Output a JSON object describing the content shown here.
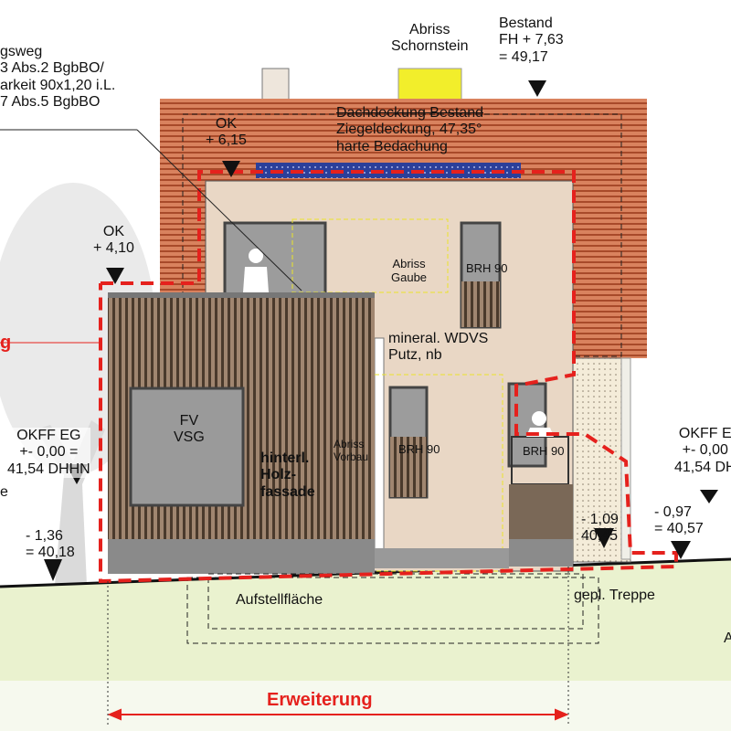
{
  "annotations": {
    "rescue_path": [
      "gsweg",
      "3 Abs.2 BgbBO/",
      "arkeit 90x1,20 i.L.",
      "7 Abs.5 BgbBO"
    ],
    "chimney_demolition": [
      "Abriss",
      "Schornstein"
    ],
    "ridge_existing": [
      "Bestand",
      "FH + 7,63",
      "= 49,17"
    ],
    "roof": [
      "Dachdeckung Bestand",
      "Ziegeldeckung, 47,35°",
      "harte Bedachung"
    ],
    "ok_upper": [
      "OK",
      "+ 6,15"
    ],
    "ok_lower": [
      "OK",
      "+ 4,10"
    ],
    "dormer_demolition": [
      "Abriss",
      "Gaube"
    ],
    "brh_upper": "BRH 90",
    "facade_plaster": [
      "mineral. WDVS",
      "Putz, nb"
    ],
    "fv_window": [
      "FV",
      "VSG"
    ],
    "wood_facade": [
      "hinterl.",
      "Holz-",
      "fassade"
    ],
    "porch_demolition": [
      "Abriss",
      "Vorbau"
    ],
    "brh_middle": "BRH 90",
    "brh_right": "BRH 90",
    "okff_left": [
      "OKFF EG",
      "+- 0,00 =",
      "41,54 DHHN"
    ],
    "left_cut_letter": "e",
    "left_cut_red": "g",
    "level_left": [
      "- 1,36",
      "= 40,18"
    ],
    "okff_right": [
      "OKFF E",
      "+- 0,00",
      "41,54 DH"
    ],
    "level_stair": [
      "- 1,09",
      "40,45"
    ],
    "level_right": [
      "- 0,97",
      "= 40,57"
    ],
    "setup_area": "Aufstellfläche",
    "planned_stair": "gepl. Treppe",
    "right_cut_letter": "A",
    "extension": "Erweiterung"
  },
  "colors": {
    "roof": "#c8673f",
    "facade": "#e9d7c5",
    "wood": "#7d6450",
    "ground": "#eaf2cf",
    "red": "#e5211d",
    "solar": "#2b3f9a"
  }
}
